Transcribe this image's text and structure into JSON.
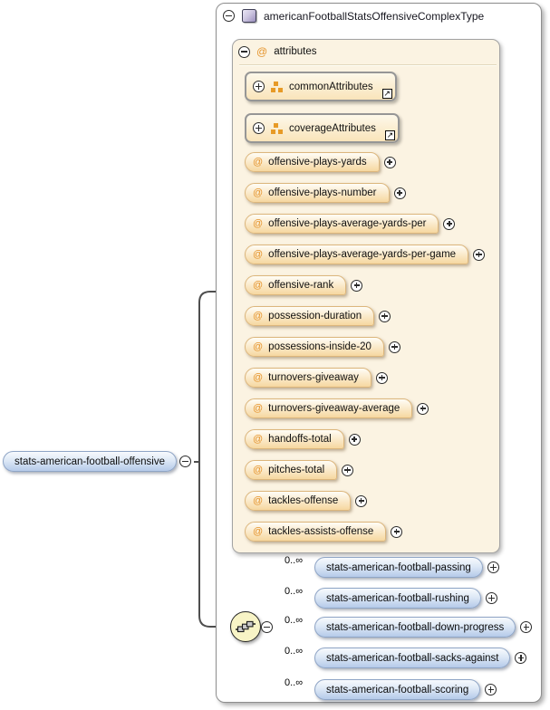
{
  "icons": {
    "at": "@",
    "open_link": "↗"
  },
  "root_element": {
    "label": "stats-american-football-offensive"
  },
  "complex_type": {
    "title": "americanFootballStatsOffensiveComplexType",
    "attributes_section": {
      "label": "attributes",
      "groups": [
        {
          "label": "commonAttributes"
        },
        {
          "label": "coverageAttributes"
        }
      ],
      "attributes": [
        "offensive-plays-yards",
        "offensive-plays-number",
        "offensive-plays-average-yards-per",
        "offensive-plays-average-yards-per-game",
        "offensive-rank",
        "possession-duration",
        "possessions-inside-20",
        "turnovers-giveaway",
        "turnovers-giveaway-average",
        "handoffs-total",
        "pitches-total",
        "tackles-offense",
        "tackles-assists-offense"
      ]
    },
    "sequence_children": [
      {
        "cardinality": "0..∞",
        "label": "stats-american-football-passing"
      },
      {
        "cardinality": "0..∞",
        "label": "stats-american-football-rushing"
      },
      {
        "cardinality": "0..∞",
        "label": "stats-american-football-down-progress"
      },
      {
        "cardinality": "0..∞",
        "label": "stats-american-football-sacks-against"
      },
      {
        "cardinality": "0..∞",
        "label": "stats-american-football-scoring"
      }
    ]
  },
  "colors": {
    "attribute_accent": "#e5942c",
    "attribute_pill_fill": "#f6d7a0",
    "element_pill_fill": "#b5cae9",
    "attributes_box_fill": "#fbf3e2",
    "sequence_icon_fill": "#f8f4c6",
    "type_icon_fill": "#9a8ebd"
  }
}
